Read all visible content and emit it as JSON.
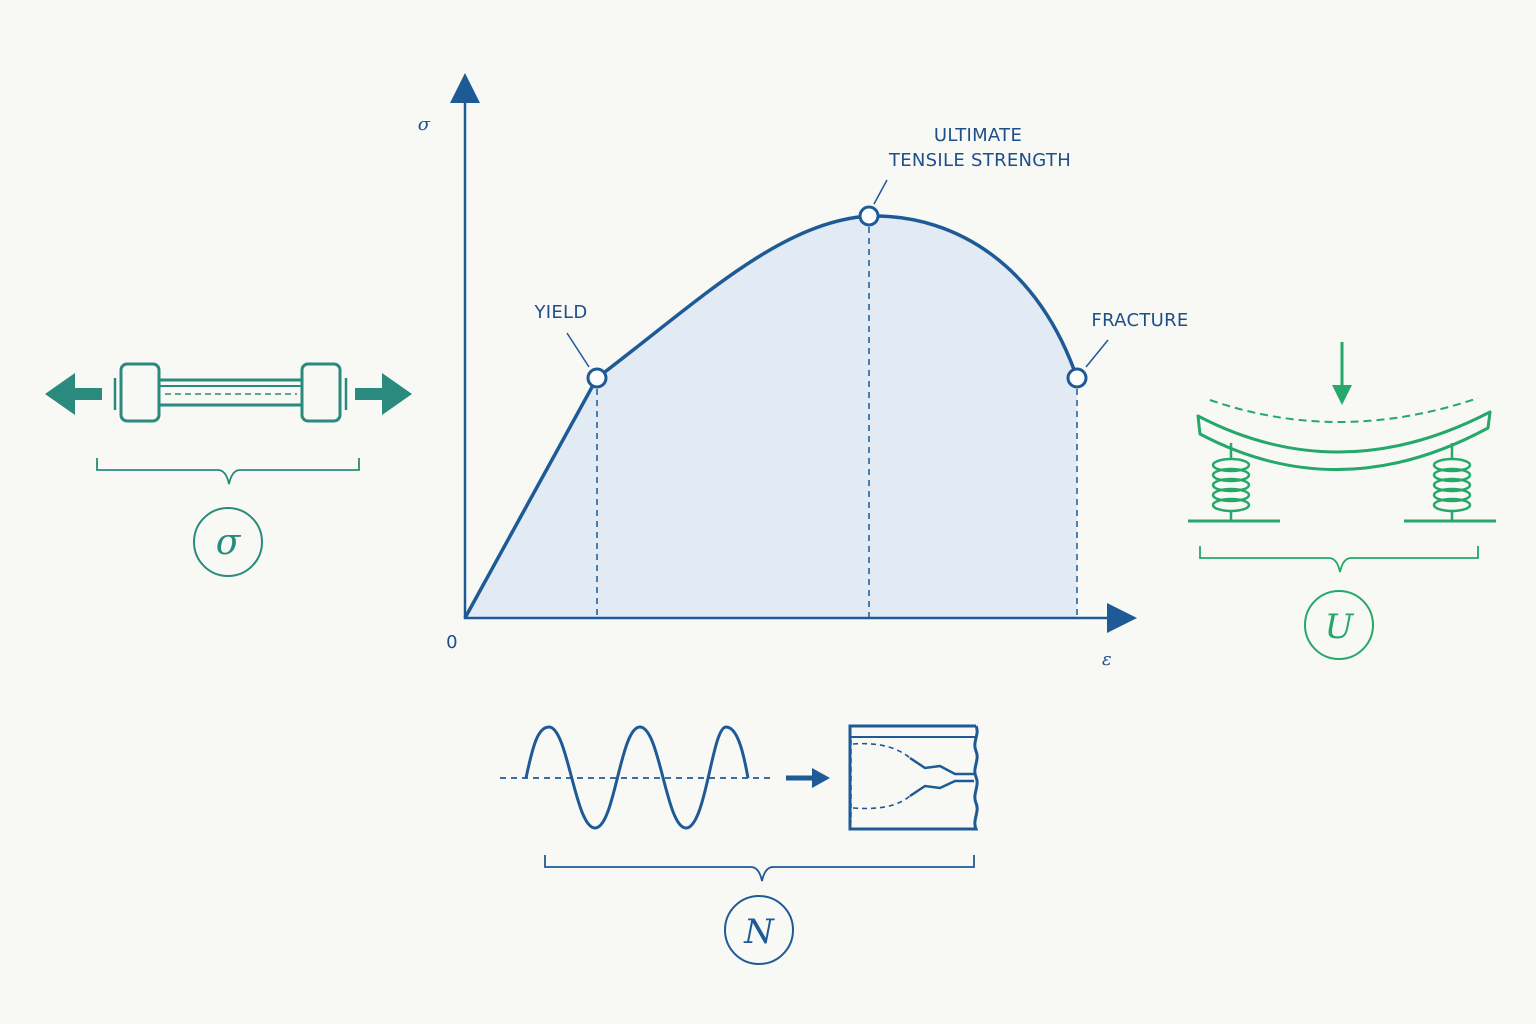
{
  "colors": {
    "background": "#f8f8f5",
    "primary_blue": "#1d5a96",
    "curve_fill": "#e2ebf4",
    "teal": "#2a8a7d",
    "green": "#25a86a"
  },
  "chart": {
    "y_axis_symbol": "σ",
    "x_axis_symbol": "ε",
    "origin_label": "0",
    "points": {
      "yield": "YIELD",
      "uts_line1": "ULTIMATE",
      "uts_line2": "TENSILE STRENGTH",
      "fracture": "FRACTURE"
    }
  },
  "panels": {
    "tension": {
      "symbol": "σ",
      "icon": "tensile-specimen-icon"
    },
    "energy": {
      "symbol": "U",
      "icon": "spring-beam-icon"
    },
    "fatigue": {
      "symbol": "N",
      "icon": "cyclic-load-crack-icon"
    }
  }
}
